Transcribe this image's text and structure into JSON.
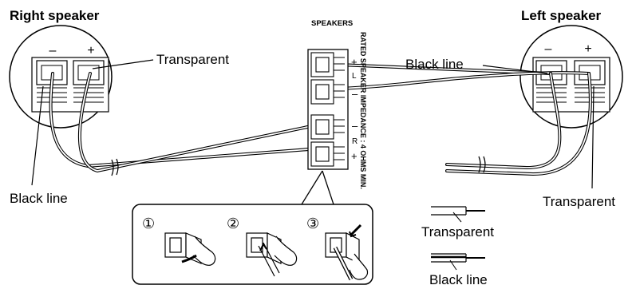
{
  "title_right": "Right speaker",
  "title_left": "Left speaker",
  "panel_header": "SPEAKERS",
  "panel_rating": "RATED SPEAKER IMPEDANCE : 4 OHMS MIN.",
  "terminal_marks": {
    "minus": "–",
    "plus": "+",
    "channel_L": "L",
    "channel_R": "R"
  },
  "callouts": {
    "right_transparent": "Transparent",
    "right_black": "Black line",
    "left_black": "Black line",
    "left_transparent": "Transparent"
  },
  "legend": {
    "transparent": "Transparent",
    "black_line": "Black line"
  },
  "steps": [
    "①",
    "②",
    "③"
  ]
}
